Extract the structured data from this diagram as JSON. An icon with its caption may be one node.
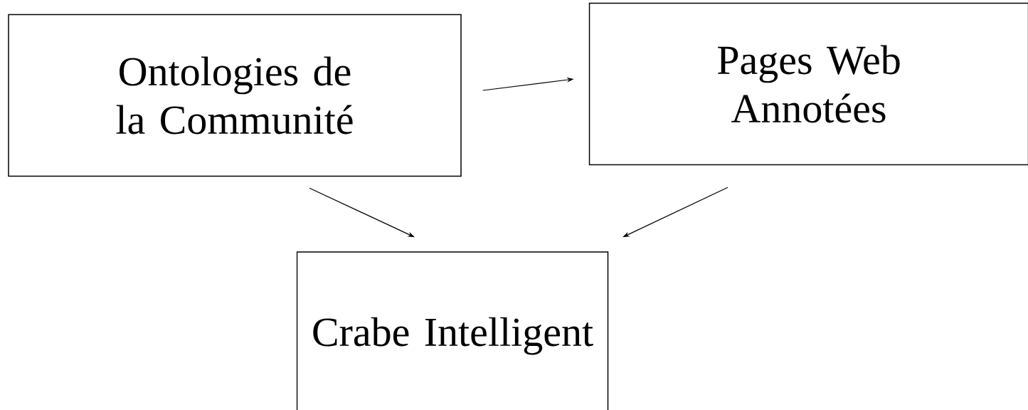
{
  "diagram": {
    "nodes": [
      {
        "text": [
          "Ontologies de la Communité"
        ]
      },
      {
        "text": [
          "Pages Web Annotées"
        ]
      },
      {
        "text": [
          "Crabe Intelligent"
        ]
      }
    ],
    "edges": [
      {
        "from": 0,
        "to": 1,
        "arrow": "to"
      },
      {
        "from": 0,
        "to": 2,
        "arrow": "to"
      },
      {
        "from": 1,
        "to": 2,
        "arrow": "to"
      }
    ]
  }
}
